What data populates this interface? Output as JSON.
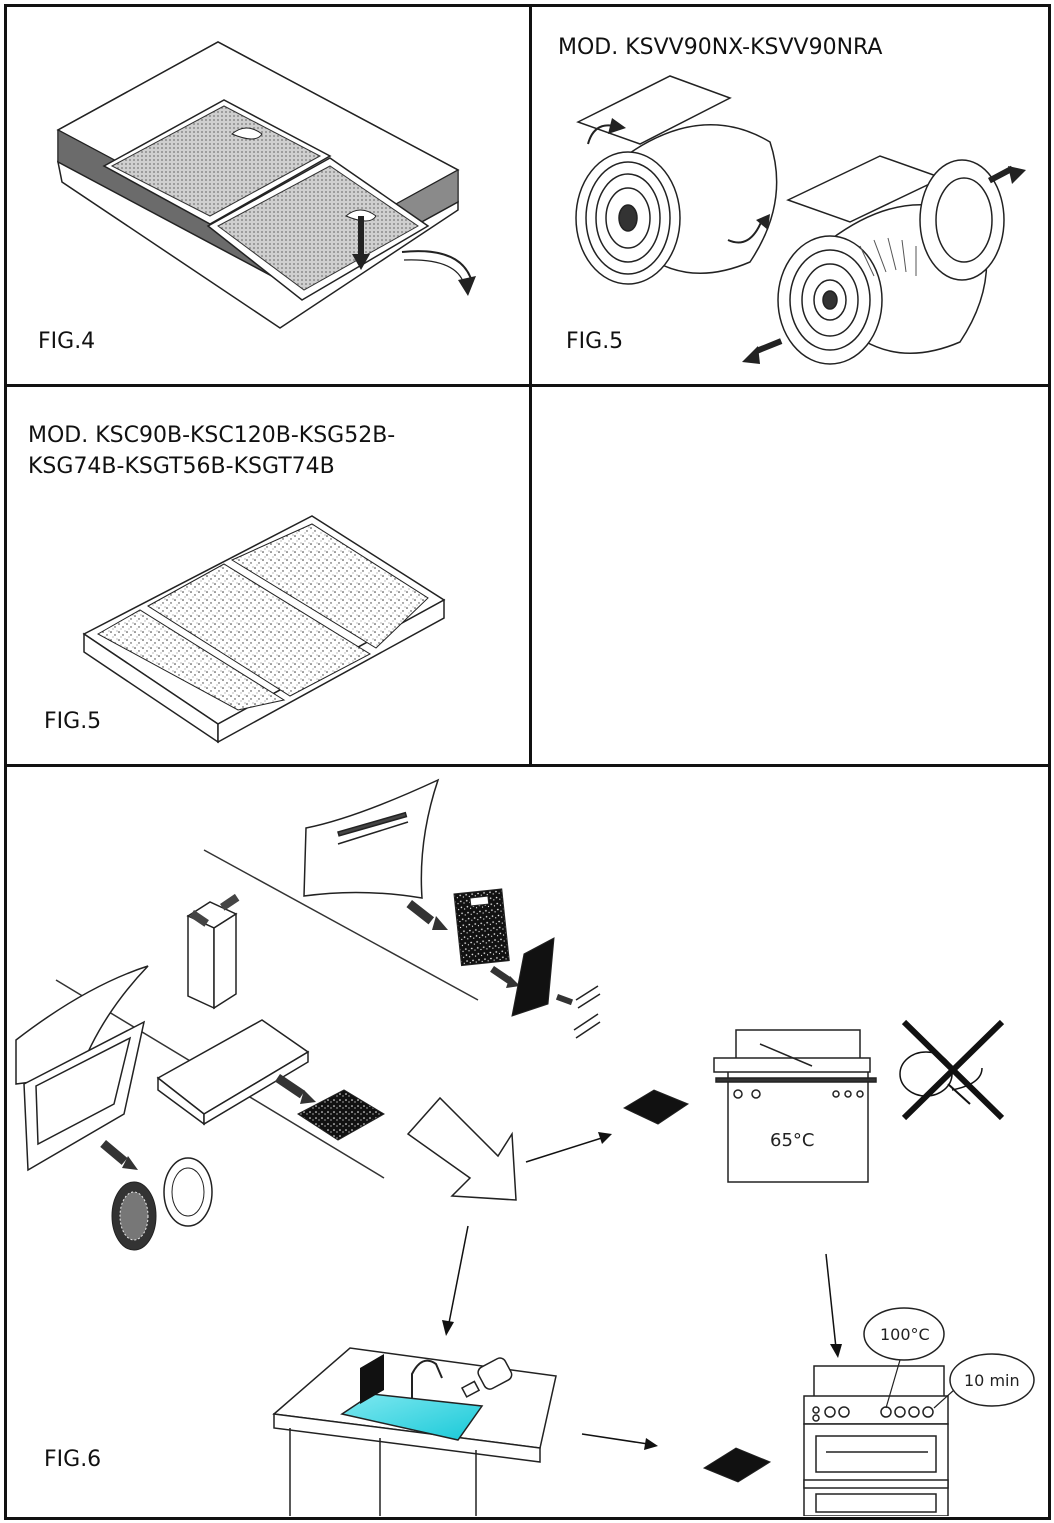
{
  "panels": {
    "fig4": {
      "caption": "FIG.4"
    },
    "fig5_top": {
      "model": "MOD. KSVV90NX-KSVV90NRA",
      "caption": "FIG.5"
    },
    "fig5_bottom": {
      "model_line1": "MOD. KSC90B-KSC120B-KSG52B-",
      "model_line2": "KSG74B-KSGT56B-KSGT74B",
      "caption": "FIG.5"
    },
    "fig6": {
      "caption": "FIG.6",
      "dishwasher_temp": "65°C",
      "oven_temp": "100°C",
      "oven_time": "10 min"
    }
  }
}
